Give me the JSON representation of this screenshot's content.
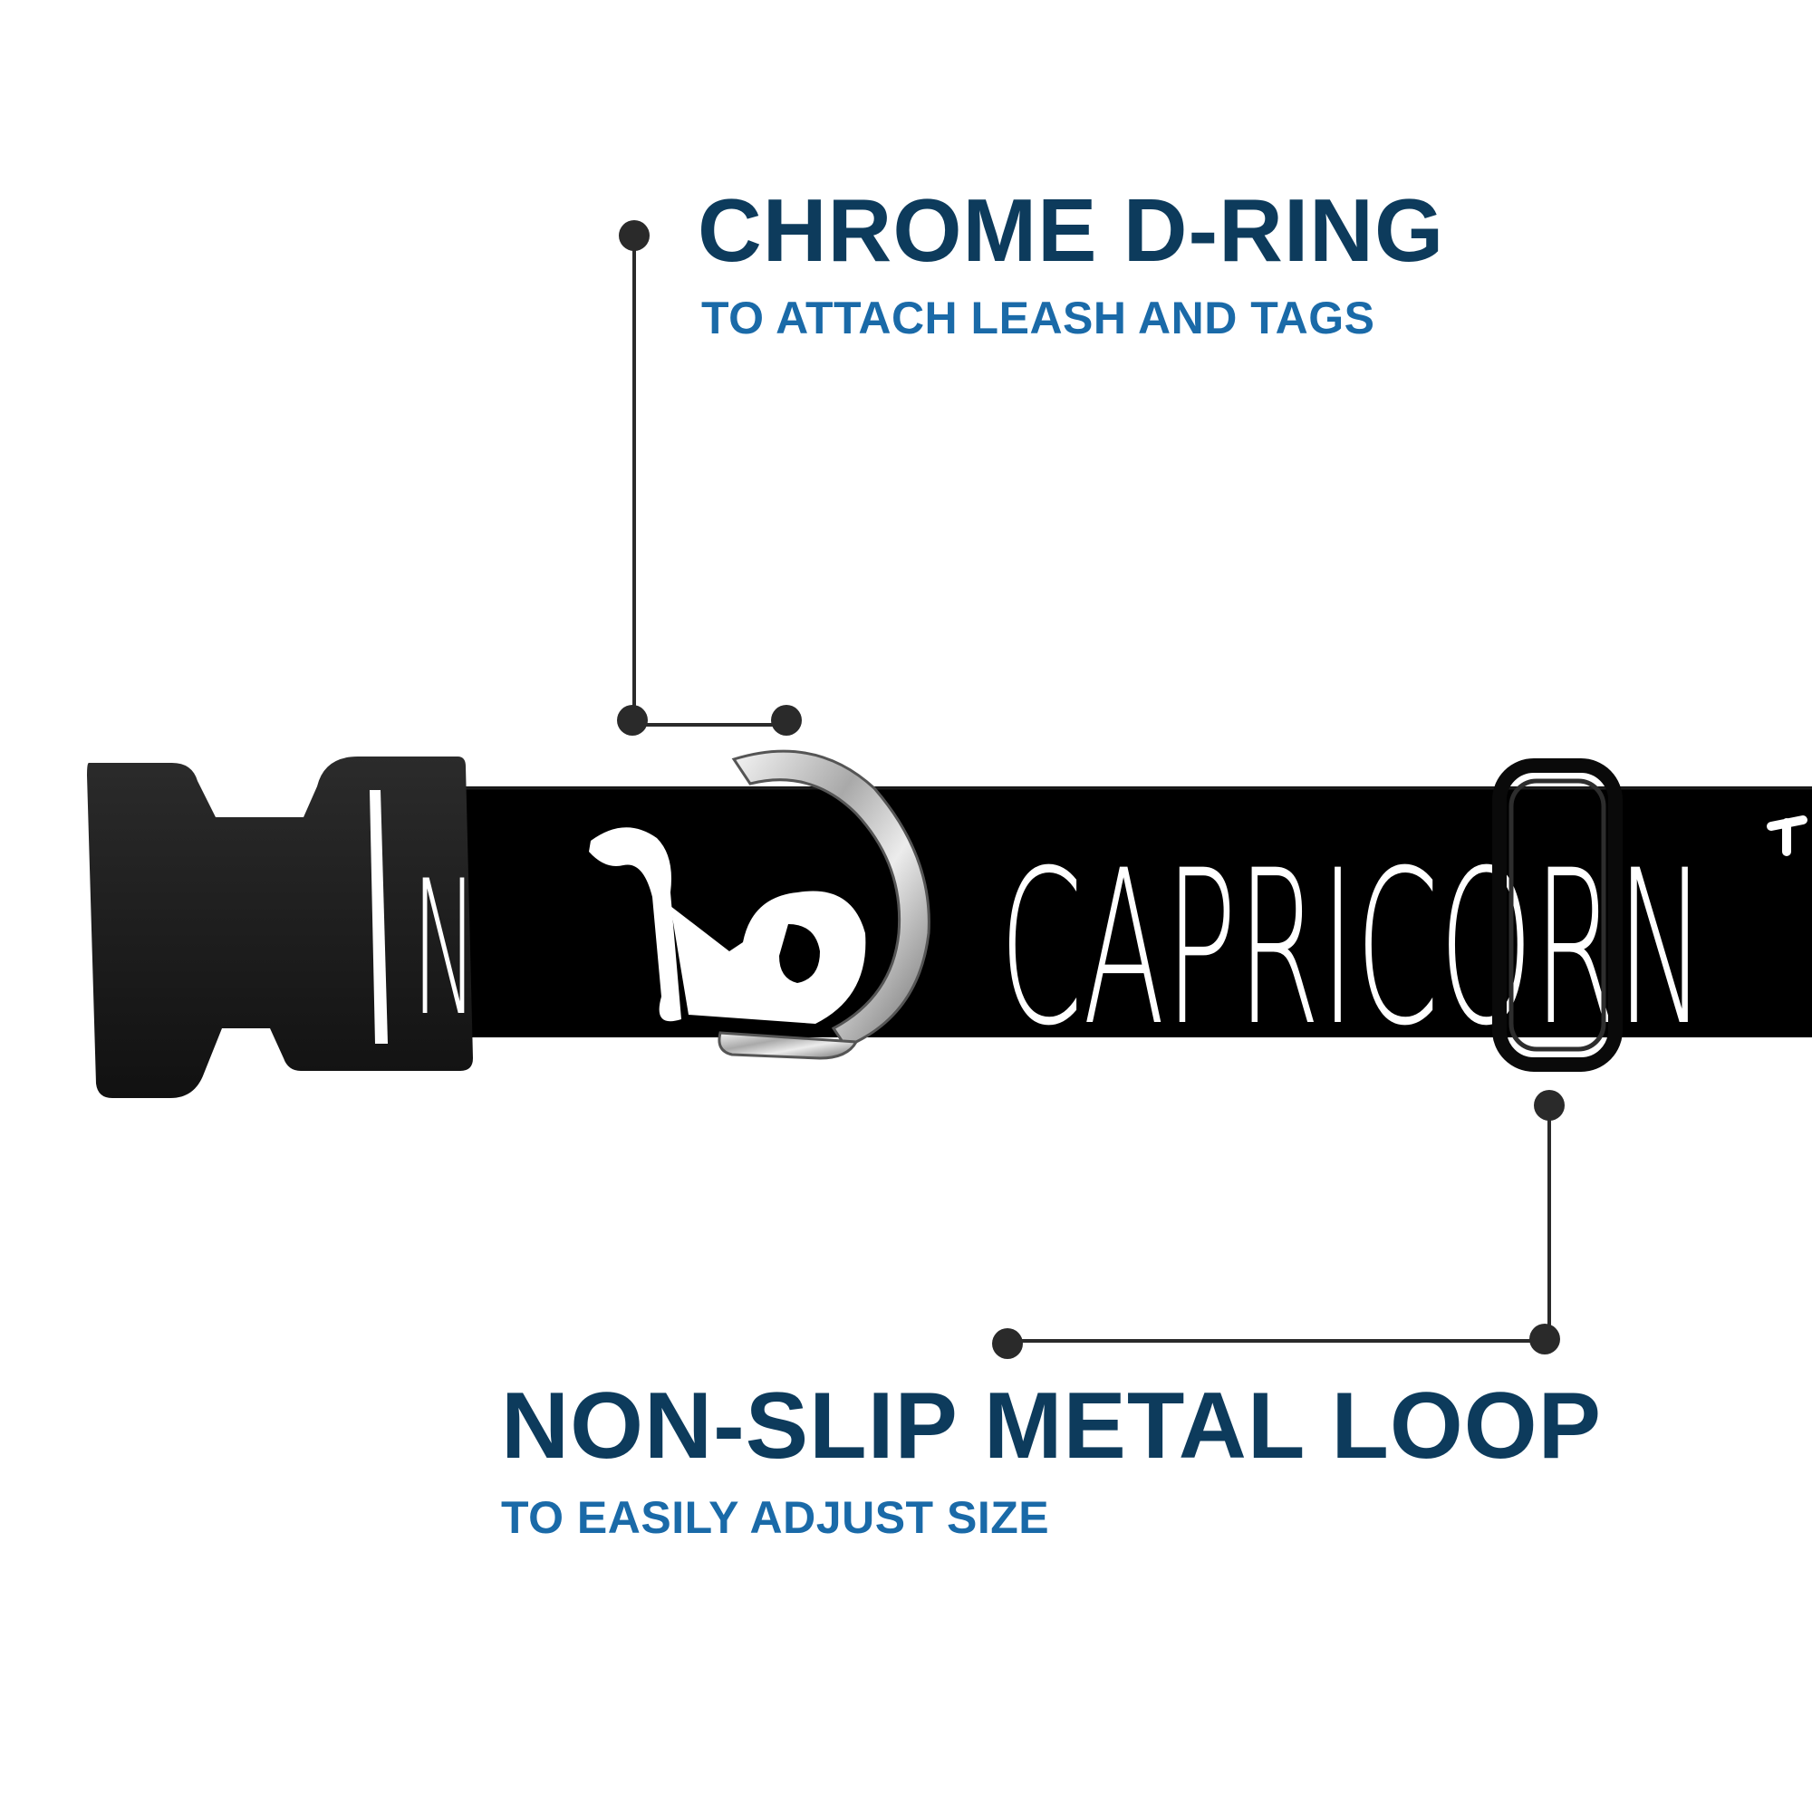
{
  "callouts": {
    "d_ring": {
      "title": "CHROME D-RING",
      "subtitle": "TO ATTACH LEASH AND TAGS"
    },
    "loop": {
      "title": "NON-SLIP METAL LOOP",
      "subtitle": "TO EASILY ADJUST SIZE"
    }
  },
  "collar": {
    "print_text": "CAPRICORN",
    "print_text_left_fragment": "N",
    "zodiac_symbol": "capricorn-symbol-icon",
    "strap_color": "#000000",
    "print_color": "#ffffff"
  },
  "colors": {
    "title": "#0d3b5c",
    "subtitle": "#1a6aa8",
    "leader_line": "#2a2a2a"
  }
}
